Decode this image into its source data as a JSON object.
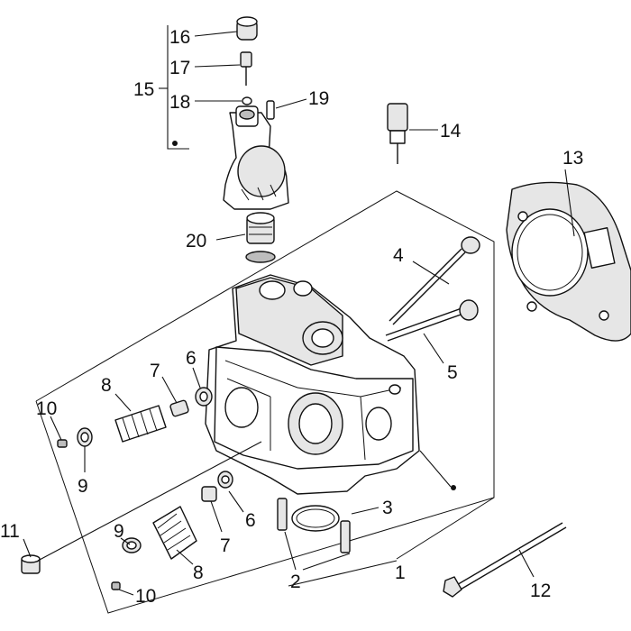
{
  "diagram": {
    "callouts": {
      "c1": "1",
      "c2": "2",
      "c3": "3",
      "c4": "4",
      "c5": "5",
      "c6a": "6",
      "c6b": "6",
      "c7a": "7",
      "c7b": "7",
      "c8a": "8",
      "c8b": "8",
      "c9a": "9",
      "c9b": "9",
      "c10a": "10",
      "c10b": "10",
      "c11": "11",
      "c12": "12",
      "c13": "13",
      "c14": "14",
      "c15": "15",
      "c16": "16",
      "c17": "17",
      "c18": "18",
      "c19": "19",
      "c20": "20"
    },
    "colors": {
      "line": "#111111",
      "background": "#ffffff",
      "shading": "#e6e6e6"
    }
  }
}
